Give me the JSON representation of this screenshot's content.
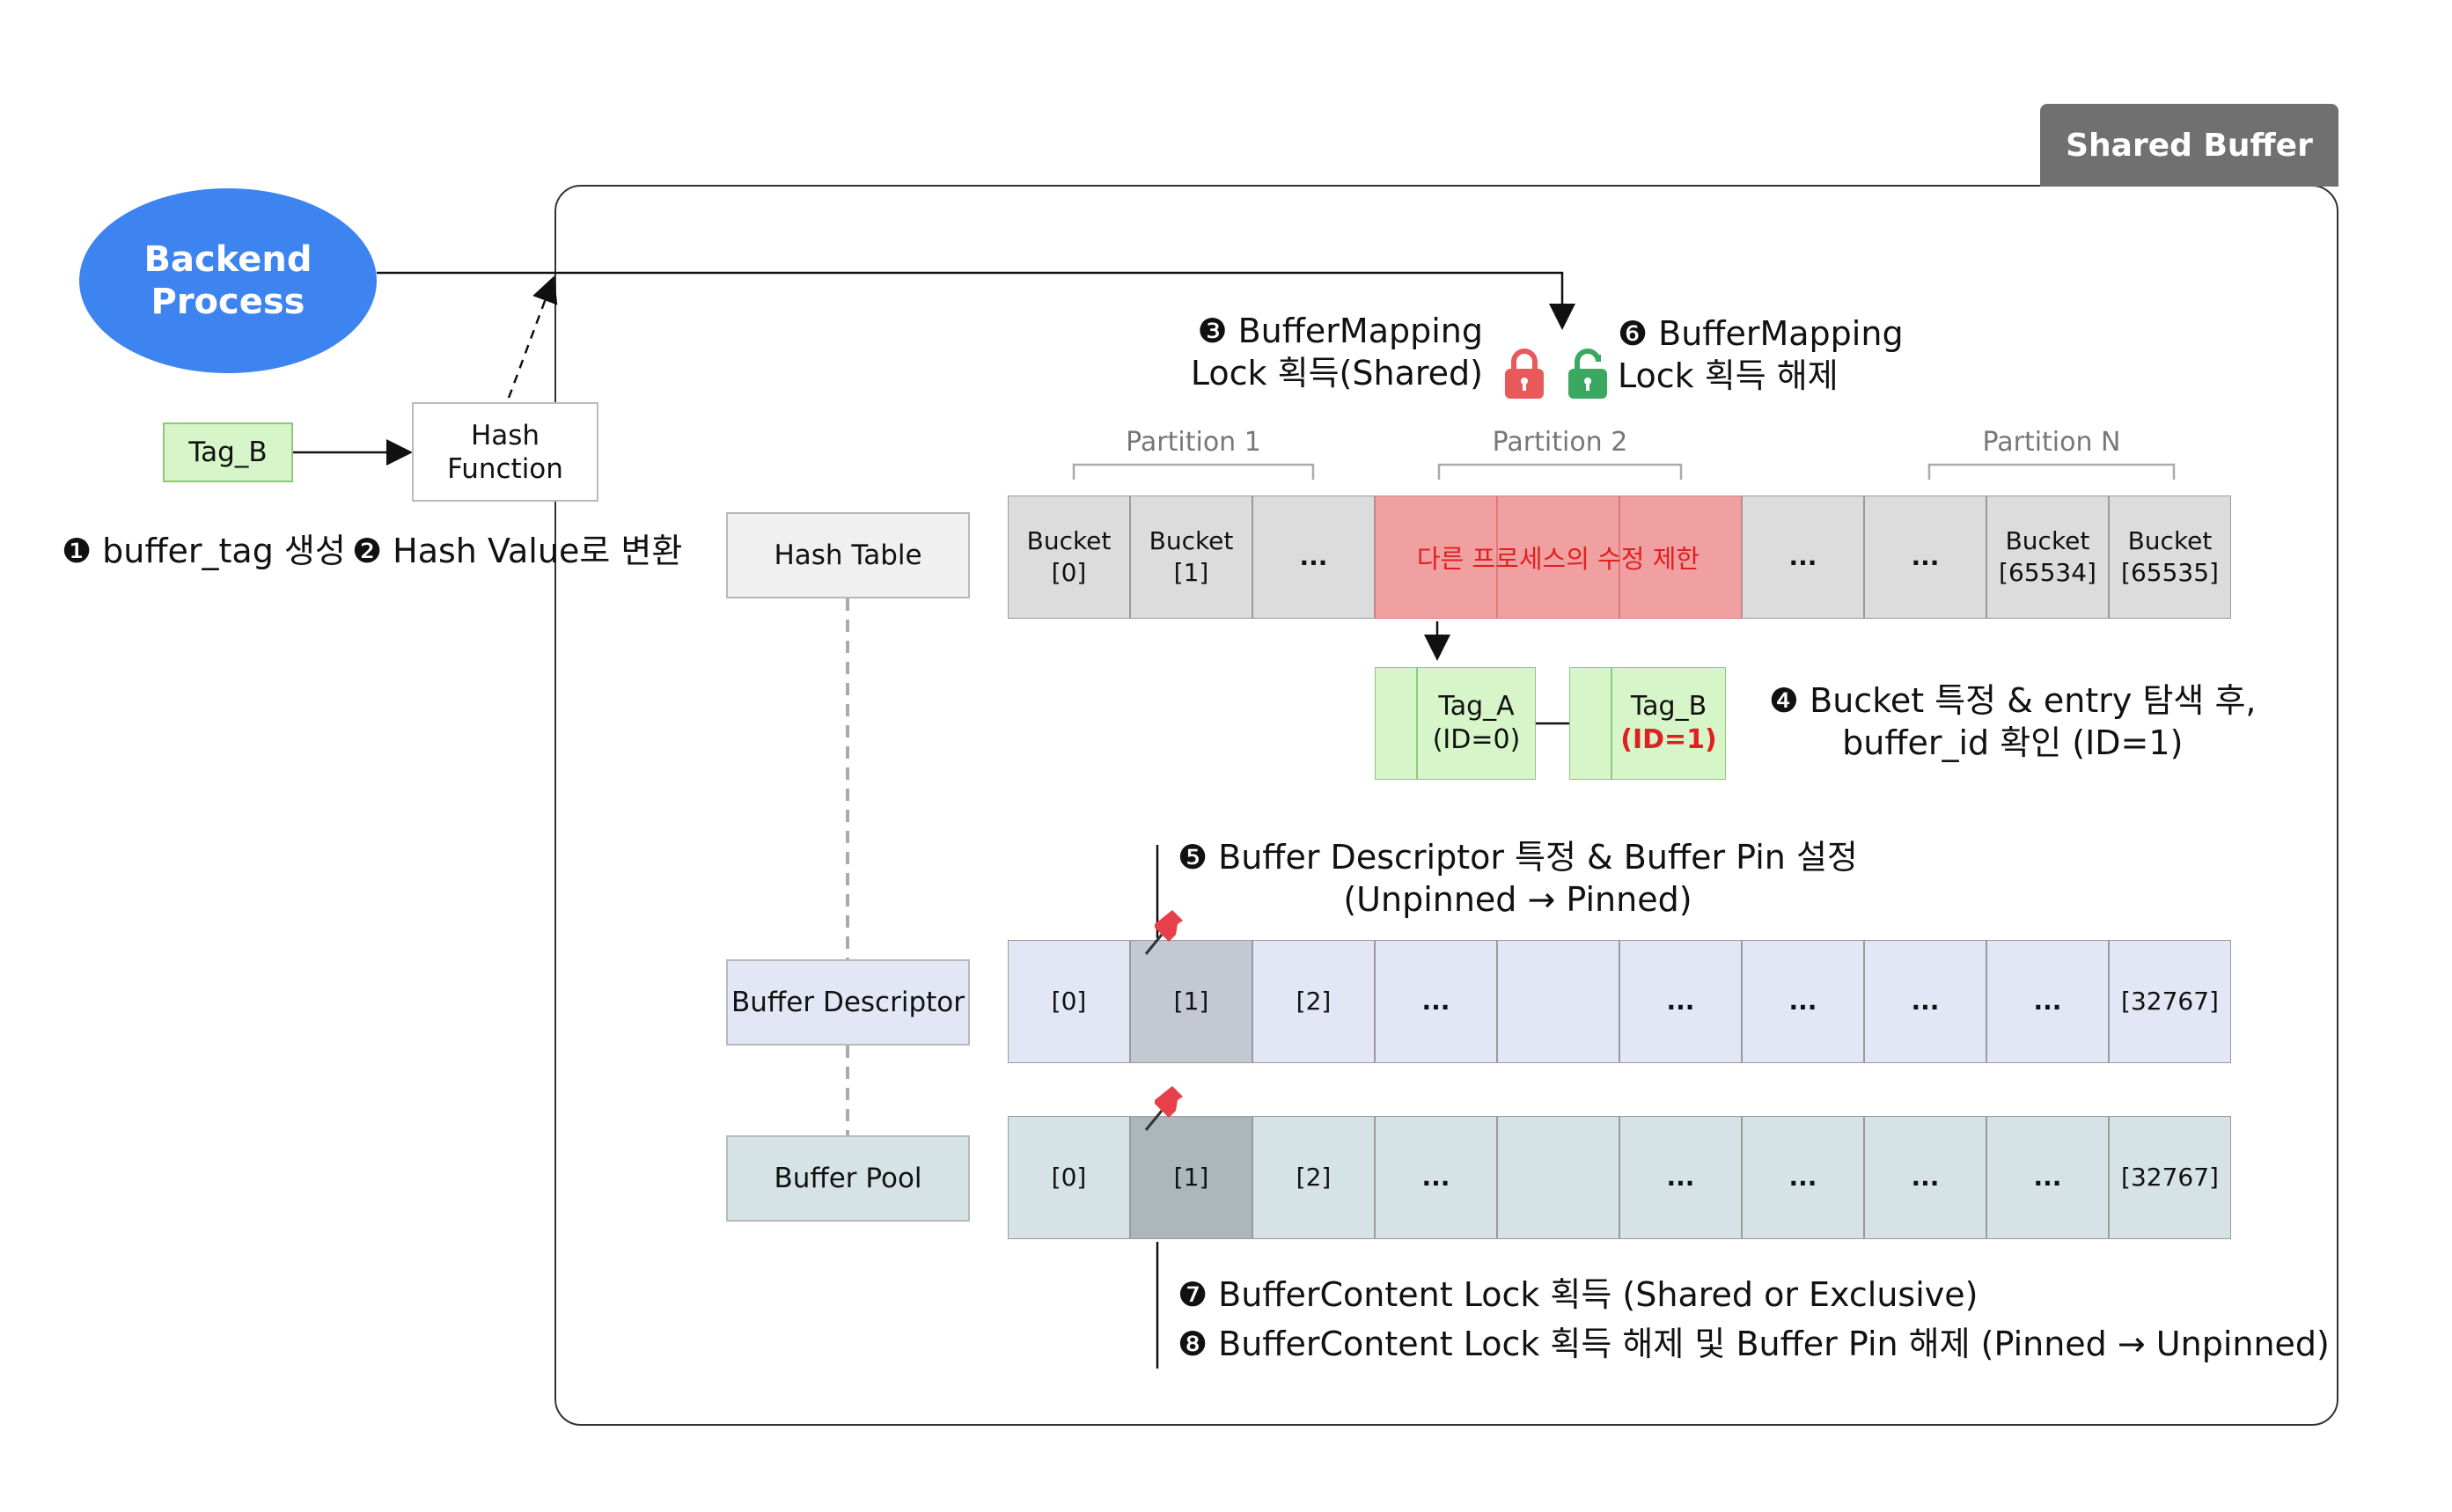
{
  "shared_buffer_tab": "Shared Buffer",
  "backend_process": "Backend\nProcess",
  "tag_b_input": "Tag_B",
  "hash_function": "Hash\nFunction",
  "steps": {
    "s1": "❶ buffer_tag 생성",
    "s2": "❷ Hash Value로 변환",
    "s3": "❸ BufferMapping\nLock 획득(Shared)",
    "s4": "❹ Bucket 특정 & entry 탐색 후,\nbuffer_id 확인 (ID=1)",
    "s5": "❺ Buffer Descriptor 특정 & Buffer Pin 설정\n(Unpinned → Pinned)",
    "s6": "❻ BufferMapping\nLock 획득 해제",
    "s7": "❼ BufferContent Lock 획득 (Shared or Exclusive)",
    "s8": "❽ BufferContent Lock 획득 해제 및 Buffer Pin 해제 (Pinned → Unpinned)"
  },
  "rows": {
    "hash_table": "Hash Table",
    "buffer_descriptor": "Buffer Descriptor",
    "buffer_pool": "Buffer Pool"
  },
  "partitions": [
    "Partition 1",
    "Partition 2",
    "Partition N"
  ],
  "hash_cells": [
    "Bucket\n[0]",
    "Bucket\n[1]",
    "...",
    "",
    "",
    "",
    "...",
    "...",
    "Bucket\n[65534]",
    "Bucket\n[65535]"
  ],
  "restricted_text": "다른 프로세스의 수정 제한",
  "entries": {
    "a_tag": "Tag_A",
    "a_id": "(ID=0)",
    "b_tag": "Tag_B",
    "b_id": "(ID=1)"
  },
  "desc_cells": [
    "[0]",
    "[1]",
    "[2]",
    "...",
    "",
    "...",
    "...",
    "...",
    "...",
    "[32767]"
  ],
  "pool_cells": [
    "[0]",
    "[1]",
    "[2]",
    "...",
    "",
    "...",
    "...",
    "...",
    "...",
    "[32767]"
  ],
  "colors": {
    "backend": "#3d84f0",
    "restricted": "#f0a0a0",
    "restricted_text": "#e02020",
    "lock_red": "#e85a5a",
    "lock_green": "#3aa860",
    "descriptor_fill": "#e3e7f5",
    "pool_fill": "#d6e3e6"
  },
  "icons": [
    "lock-closed-icon",
    "lock-open-icon",
    "pushpin-icon"
  ]
}
